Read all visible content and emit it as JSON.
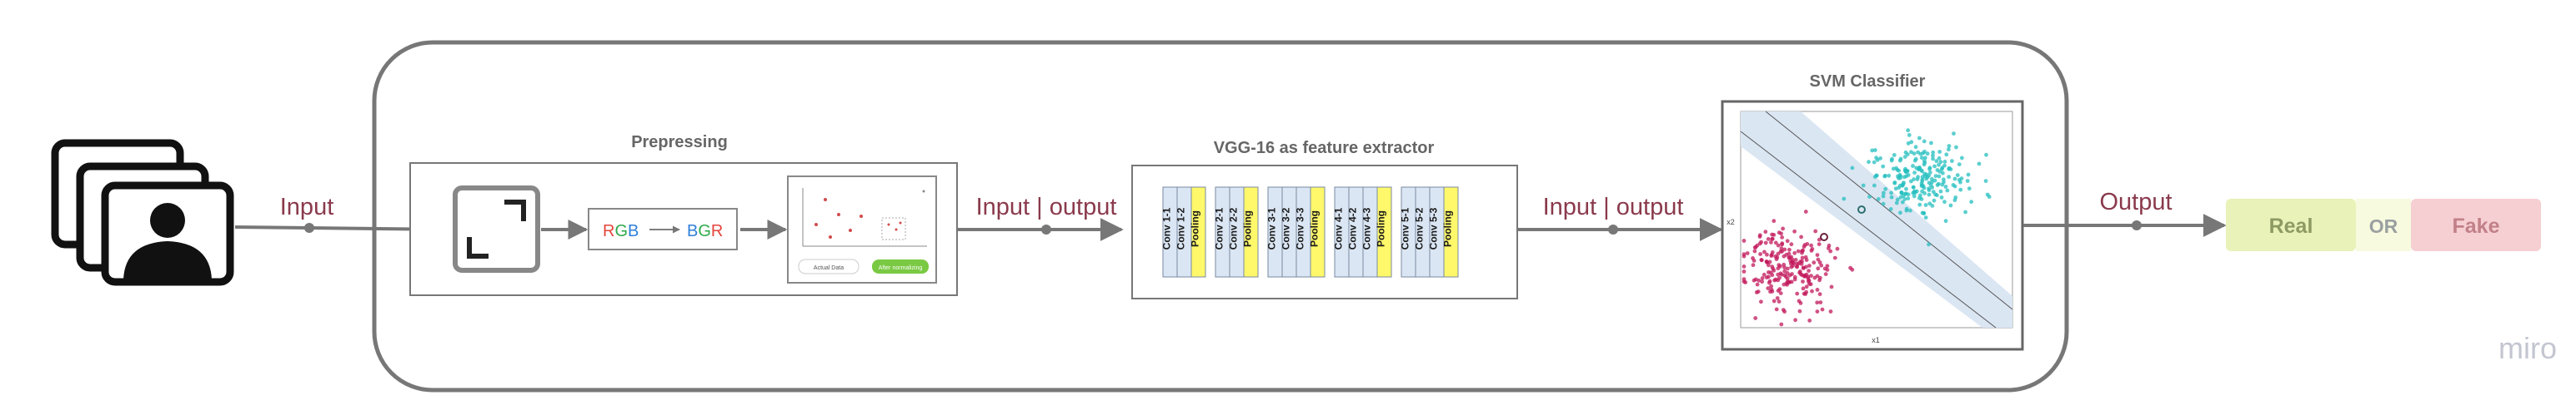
{
  "labels": {
    "input": "Input",
    "io_1": "Input | output",
    "io_2": "Input | output",
    "output": "Output",
    "preprocessing_title": "Prepressing",
    "vgg_title": "VGG-16 as feature extractor",
    "svm_title": "SVM Classifier",
    "rgb": "RGB",
    "bgr": "BGR",
    "actual_data": "Actual Data",
    "after_normalizing": "After normalizing",
    "real": "Real",
    "or": "OR",
    "fake": "Fake",
    "watermark": "miro",
    "svm_x_axis": "x1",
    "svm_y_axis": "x2"
  },
  "vgg_blocks": [
    {
      "layers": [
        "Conv 1-1",
        "Conv 1-2"
      ],
      "pool": "Pooling"
    },
    {
      "layers": [
        "Conv 2-1",
        "Conv 2-2"
      ],
      "pool": "Pooling"
    },
    {
      "layers": [
        "Conv 3-1",
        "Conv 3-2",
        "Conv 3-3"
      ],
      "pool": "Pooling"
    },
    {
      "layers": [
        "Conv 4-1",
        "Conv 4-2",
        "Conv 4-3"
      ],
      "pool": "Pooling"
    },
    {
      "layers": [
        "Conv 5-1",
        "Conv 5-2",
        "Conv 5-3"
      ],
      "pool": "Pooling"
    }
  ],
  "colors": {
    "label_text": "#8a3a4c",
    "line": "#777777",
    "conv_fill": "#dbe6f4",
    "pool_fill": "#fff86a",
    "real_fill": "#e9f2b8",
    "real_text": "#8d9a63",
    "or_fill": "#f7fadf",
    "fake_fill": "#f6cfd3",
    "fake_text": "#c28088",
    "cluster_a": "#c2185b",
    "cluster_b": "#26bfbf",
    "margin_band": "#dbe6f3"
  }
}
